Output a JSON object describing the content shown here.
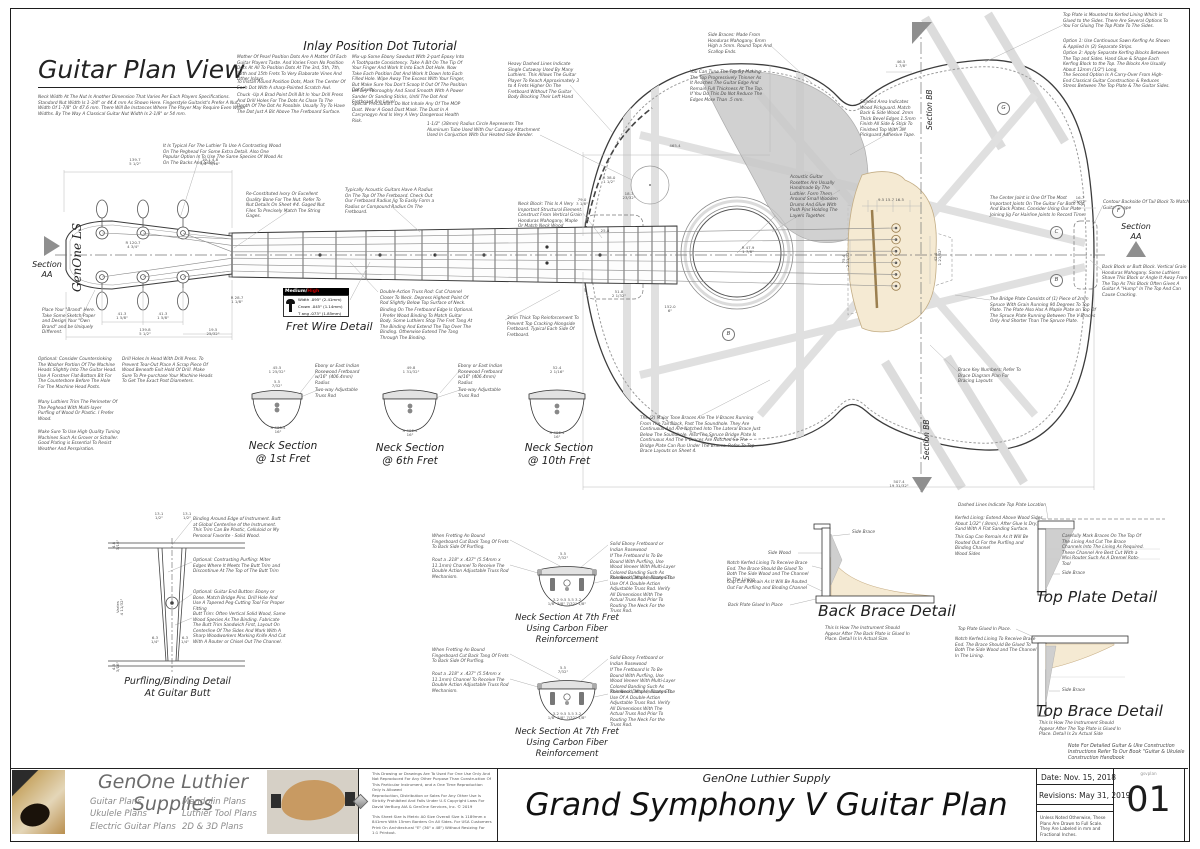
{
  "captions": {
    "plan_view": "Guitar Plan View",
    "tutorial": "Inlay Position Dot Tutorial",
    "fret_wire": "Fret Wire Detail",
    "neck_section": "Neck Section",
    "ns1": "@ 1st Fret",
    "ns2": "@ 6th Fret",
    "ns3": "@ 10th Fret",
    "ns7_1": "Neck Section At 7th Fret",
    "ns7_2": "Using Carbon Fiber",
    "ns7_3": "Reinforcement",
    "purfling_1": "Purfling/Binding Detail",
    "purfling_2": "At Guitar Butt",
    "back_brace": "Back Brace Detail",
    "top_plate": "Top Plate Detail",
    "top_brace": "Top Brace Detail"
  },
  "sections": {
    "label": "Section",
    "aa": "AA",
    "bb": "Section BB"
  },
  "headstock_logo": "GenOne LS",
  "brace_keys": [
    "F",
    "G",
    "C",
    "B",
    "B"
  ],
  "fret_wire": {
    "grade_normal": "Medium/",
    "grade_accent": "High",
    "accent_color": "#cc0000",
    "rows": [
      "Width .095\" (2.41mm)",
      "Crown .045\" (1.14mm)",
      "T ang  .073\" (1.85mm)"
    ]
  },
  "ann": {
    "nut_width": "Neck Width At The Nut Is Another Dimension That Varies Per Each Players Specifications. Standard Nut Width Is 1-3/4\" or 44.4 mm As Shown Here. Fingerstyle Guitarist's Prefer A Nut Width Of 1-7/8\" Or 47.6 mm. There Will Be Instances Where The Player May Require Even Wider Widths. By The Way A Classical Guitar Nut Width Is 2-1/8\" or 54 mm.",
    "peghead_wood": "It Is Typical For The Luthier To Use A Contrasting Wood On The Peghead For Some Extra Detail. Also One Popular Option Is To Use The Same Species Of Wood As On The Backs And Sides.",
    "tut_p1": "Mother Of Pearl Position Dots Are A Matter Of Each Guitar Players Taste. And Varies From No Position Dots At All To Position Dots At The 3rd, 5th, 7th, 12th and 15th Frets To Very Elaborate Vines And Other Inlays.",
    "tut_p2": "To Install Round Position Dots, Mark The Center Of Each Dot With A sharp-Pointed Scratch Awl.",
    "tut_p3": "Chuck -Up A Brad Point Drill Bit In Your Drill Press And Drill Holes For The Dots As Close To The Depth Of The Dot As Possible. Usually Try To Have The Dot Just A Bit Above The Fretboard Surface.",
    "tut_p4": "Mix-up Some Ebony Sawdust With 2-part Epoxy Into A Toothpaste Consistency. Take A Bit On The Tip Of Your Finger And Work It Into Each Dot Hole. Now Take Each Position Dot And Work It Down Into Each Filled Hole. Wipe Away The Excess With Your Finger, But Make Sure You Don't Scoop It Out Of The Position Dot Cavity.",
    "tut_p5": "Let Dry Thoroughly And Sand Smooth With A Power Sander Or Sanding Sticks, Until The Dot And Fretboard Are Level.",
    "tut_p6": "Special Precaution: Do Not Inhale Any Of The MOP Dust. Wear A Good Dust Mask. The Dust In A Carcynogyn And Is Very A Very Dangerous Health Risk.",
    "cutaway": "Heavy Dashed Lines Indicate Single Cutaway Used By Many Luthiers. This Allows The Guitar Player To Reach Approximately 3 to 4 Frets Higher On The Fretboard Without The Guitar Body Blocking Their Left Hand",
    "side_braces": "Side Braces: Made From Honduras Mahogany. 6mm High a 5mm. Round Tops And Scallop Ends.",
    "tune_top": "You Can Tune The Top By Making The Top Progressively Thinner As It Reaches The Guitar Edge And Remain Full Thickness At The Top. If You Do This Do Not Reduce The Edges More Than .5 mm.",
    "kerf_p1": "Top Plate is Mounted to Kerfed Lining Which is Glued to the Sides. There Are Several Options To You For Gluing The Top Plate To The Sides.",
    "kerf_p2": "Option 1: Use Continuous Sawn Kerfing As Shown & Applied In (2) Separate Strips.",
    "kerf_p3": "Option 2: Apply Separate Kerfing Blocks Between The Top and Sides. Hand Glue & Shape Each Kerfing Block to the Top. The Blocks Are Usually About 12mm (1/2\") Long.",
    "kerf_p4": "The Second Option Is A Carry-Over From High-End Classical Guitar Construction & Reduces Stress Between The Top Plate & The Guitar Sides.",
    "radius_circle": "1-1/2\" (38mm) Radius Circle Represents The Aluminum Tube Used With Our Cutaway Attachment Used In Conjuction With Our Heated Side Bender.",
    "pickguard": "Shaded Area Indicates Wood Pickguard. Match Back & Side Wood. 2mm Thick Bevel Edges 1.5mm Finish All Side & Stick To Finished Top With 3M Pickguard Adhesive Tape.",
    "rosettes": "Acoustic Guitar Rosettes Are Usually Handmade By The Luthier. Form Them Around Small Wooden Drums And Glue With Push Pins Holding The Layers Together.",
    "neck_block": "Neck Block: This Is A Very Important Structural Element. Construct From Vertical Grain Honduras Mahogany, Maple Or Match Neck Wood",
    "center_joint": "The Center Joint is One Of The Most Important Joints On The Guitar For Both Top And Back Plates. Consider Using Our Plate Joining Jig For Hairline Joints In Record Time.",
    "contour_tail": "Contour Backside Of Tail Block To Match Guitar Shape",
    "back_block": "Back Block or Butt Block. Vertical Grain Honduras Mahogany. Some Luthiers Shave This Block or Angle It Away From The Top As This Block Often Gives A Guitar A \"Hump\" In The Top And Can Cause Cracking.",
    "bridge_plate": "The Bridge Plate Consists of (1) Piece of 2mm Spruce With Grain Running 90 Degrees To Top Plate. The Plate Also Has A Maple Plate on Top Of The Spruce Plate Running Between The V-Braces Only And Shorter Than The Spruce Plate.",
    "brace_key": "Brace Key Numbers: Refer To Brace Diagram Plan For Bracing Layouts",
    "v_braces": "The (2) Major Tone Braces Are The V-Braces Running From The Tail Block, Past The Soundhole. They Are Continuous And Are Notched Into The Lateral Brace Just Below The Soundhole. Also The Spruce Bridge Plate Is Continuous And The V-Braces Are Notched So The Bridge Plate Can Run Under The Braces. Refer To Top Brace Layouts on Sheet 4.",
    "brand": "Place Your \"Brand\" Here. Take Some Sketch Paper and Design Your \"Own Brand\" and be Uniquely Different.",
    "countersink": "Optional: Consider Countersinking The Washer Portion Of The Machine Heads Slightly Into The Guitar Head. Use A Forstner Flat-Bottom Bit For The Counterbore Before The Hole For The Machine Head Posts.",
    "drill": "Drill Holes In Head With Drill Press. To Prevent Tear-Out Place A Scrap Piece Of Wood Beneath Exit Hold Of Drill. Make Sure To Pre-purchase Your Machine Heads To Get The Exact Post Diameters.",
    "peghead_purfling": "Many Luthiers Trim The Perimeter Of The Peghead With Multi-layer Purfling of Wood Or Plastic. I Prefer Wood.",
    "tuners": "Make Sure To Use High Quality Tuning Machines Such As Grover or Schaller. Good Plating is Essential To Resist Weather And Perspiration.",
    "nut": "Re-Constituted Ivory Or Excellent Quality Bone For The Nut. Refer To Nut Details On Sheet #4. Gaged Nut Files To Precisely Match The String Gages.",
    "radius_jig": "Typically Acoustic Guitars Have A Radius On The Top Of The Fretboard. Check Out Our Fretboard Radius Jig To Easily Form a Radius or Compound Radius On The Fretboard.",
    "truss_channel": "Double-Action Truss Rod: Cut Channel Closer To Neck. Depress Highest Point Of Rod Slightly Below Top Surface of Neck.",
    "fb_binding": "Binding On The Fretboard Edge Is Optional. I Prefer Wood Binding To Match Guitar Body. Some Luthiers Stop The Fret Tang At The Binding And Extend The Top Over The Binding. Otherwise Extend The Tang Through The Binding.",
    "top_reinforcement": "3mm Thick Top Reinforcement To Prevent Top Cracking Alongside Fretboard. Typical Each Side Of Fretboard.",
    "rosewood_fb": "Ebony or East Indian Rosewood Fretboard w/16\" (406.4mm) Radius",
    "twoway_rod": "Two-way Adjustable Truss Rod",
    "f7_cutback": "When Fretting An Bound Fingerboard Cut Back Tang Of Frets To Back Side Of Purfling.",
    "f7_rout": "Rout a .218\" x .437\" (5.54mm x 11.1mm) Channel To Receive The Double Action Adjustable Truss Rod Mechanism.",
    "f7_ebony": "Solid Ebony Fretboard or Indian Rosewood",
    "f7_bound": "If The Fretboard Is To Be Bound With Purfling, Use Wood Veneer With Multi-Layer Colored Banding Such As Rosewood, Maple, Ebony Etc.",
    "f7_detail": "This Neck Detail Indicates The Use Of A Double-Action Adjustable Truss Rod. Verify All Dimensions With The Actual Truss Rod Prior To Routing The Neck For the Truss Rod.",
    "purf_binding": "Binding Around Edge of Instrument. Butt at Global Centerline of the Instrument. This Trim Can Be Plastic, Celluloid or My Personal Favorite - Solid Wood.",
    "purf_contrast": "Optional: Contrasting Purfling: Miter Edges Where It Meets The Butt Trim and Discontinue At The Top of The Butt Trim",
    "purf_button": "Optional: Guitar End Button: Ebony or Bone. Match Bridge Pins. Drill Hole And Use A Tapered Peg-Cutting Tool For Proper Fitting",
    "purf_butt": "Butt Trim: Often Vertical Solid Wood, Same Wood Species As The Binding. Fabricate The Butt Trim Sandwich First, Layout On Centerline Of The Sides And Mark With A Sharp Woodworkers Marking Knife And Cut With A Router or Chisel Out The Channel.",
    "side_wood": "Side Wood",
    "side_brace": "Side Brace",
    "bb_notch": "Notch Kerfed Lining To Receive Brace End. The Brace Should Be Glued To Both The Side Wood and The Channel In The Lining.",
    "bb_gap": "Gap Can Remain As It Will Be Routed Out For Purfling and Binding Channel",
    "bb_back_plate": "Back Plate Glued In Place",
    "bb_sub": "This Is How The Instrument Should Appear After The Back Plate is Glued In Place. Detail Is In Actual Size.",
    "tp_dashed": "Dashed Lines Indicate Top Plate Location",
    "tp_kerf": "Kerfed Lining: Extend Above Wood Sides About 1/32\" (.8mm). After Glue Is Dry, Sand With A Flat Sanding Surface.",
    "tp_gap": "This Gap Can Remain As It Will Be Routed Out For the Purfling and Binding Channel",
    "tp_wood_sides": "Wood Sides",
    "tp_mark": "Carefully Mark Braces On The Top Of The Lining And Cut The Brace Channels Into The Lining As Required. These Channel Are Best Cut With a Mini Router Such As A Dremel Roto-Tool",
    "tb_glued": "Top Plate Glued In Place.",
    "tb_sub": "This Is How The Instrument Should Appear After The Top Plate is Glued In Place. Detail Is 2x Actual Side",
    "book_note": "Note For Detailed Guitar & Uke Construction Instructions Refer To Our Book \"Guitar & Ukulele Construction Handbook"
  },
  "dims": {
    "head_width": "139.7\n5 1/2\"",
    "fret_slot": "19.1  4.8\n3/4\"  3/16\"",
    "head_radius": "R 120.7\n4 3/4\"",
    "tuner_sp1": "41.3\n1 5/8\"",
    "tuner_sp2": "41.3\n1 5/8\"",
    "head_len": "139.8\n5 1/2\"",
    "nut_off": "19.5\n25/32\"",
    "r287": "R 28.7\n1 1/8\"",
    "upper_len": "465.4",
    "r38": "R 38.0\n1 1/2\"",
    "d183": "18.3\n23/32\"",
    "d79": "79.0\n3 1/8\"",
    "d258": "25.8",
    "d518": "51.8\n2 1/32\"",
    "d152": "152.0\n6\"",
    "sh_radius": "R 47.9\n1 7/8\"",
    "d465": "46.5\n1 7/8\"",
    "bridge_row": "9.5   15.7   16.5",
    "d754": "75.4\n2 31/32\"",
    "d420": "42.0\n1 21/32\"",
    "body_len": "507.4\n19 31/32\"",
    "d167": "16.7\n21/32\"",
    "ns1_w": "45.5\n1 25/32\"",
    "ns_t": "5.5\n7/32\"",
    "ns2_w": "49.8\n1 31/32\"",
    "ns3_w": "52.4\n2 1/16\"",
    "fb_radius": "R 406.4\n16\"",
    "purf_13": "13.1\n1/2\"",
    "purf_63": "6.3\n1/4\"",
    "purf_48": "4.8\n3/16\"",
    "purf_varies": "Varies\n4 11/32\"",
    "f7_row": "3.2  9.5  5.5  3.2\n1/8\"  3/8\"  7/32\"  1/8\""
  },
  "titleblock": {
    "company": "GenOne Luthier Supplies",
    "products_col1": [
      "Guitar Plans",
      "Ukulele Plans",
      "Electric Guitar Plans"
    ],
    "products_col2": [
      "Mandolin Plans",
      "Luthier Tool Plans",
      "2D & 3D Plans"
    ],
    "legal_p1": "This Drawing or Drawings Are To Used For One Use Only And Not Reproduced For Any Other Purpose Than Construction Of This Particular Instrument, and a One Time Reproduction Only is Allowed",
    "legal_p2": "Reproduction, Distribution or Sales For Any Other Use Is Strictly Prohibited And Falls Under U.S Copyright Laws For David VerBurg AIA & GenOne Services, Inc. © 2019",
    "legal_p3": "This Sheet Size Is Metric A0 Size Overall Size is 1189mm x 841mm With 15mm Borders On All Sides. For USA Customers Print On Architectural \"E\" (36\" x 48\") Without Resizing For 1:1 Printout.",
    "brand_line": "GenOne Luthier Supply",
    "sheet_title": "Grand Symphony V Guitar Plan",
    "date": "Date: Nov. 15, 2018",
    "revisions": "Revisions: May 31, 2019",
    "scale_note": "Unless Noted Otherwise, These Plans Are Drawn to Full Scale. They Are Labeled in mm and Fractional Inches.",
    "file_code": "gsvplan",
    "sheet_no": "01"
  }
}
